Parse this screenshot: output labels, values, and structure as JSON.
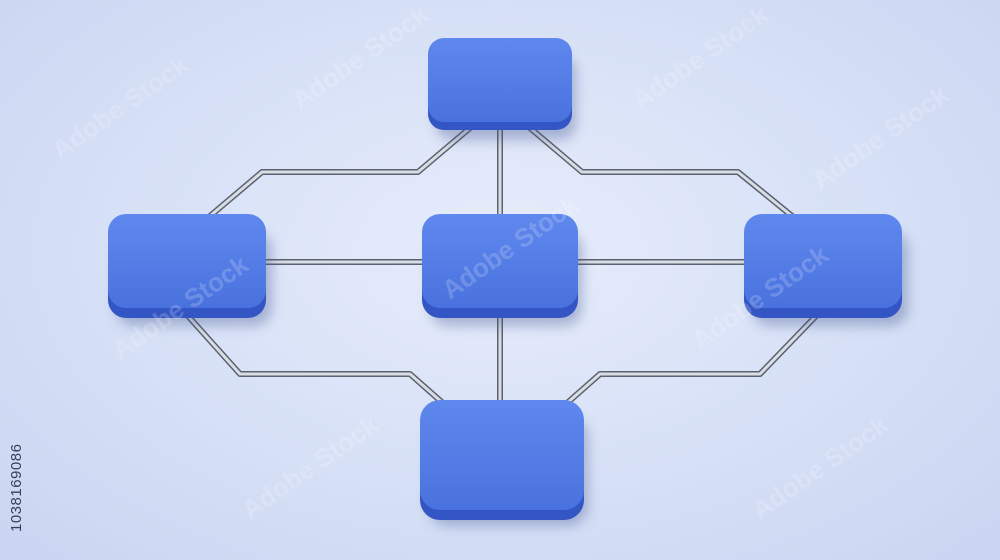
{
  "diagram": {
    "nodes": [
      {
        "id": "top",
        "label": ""
      },
      {
        "id": "left",
        "label": ""
      },
      {
        "id": "center",
        "label": ""
      },
      {
        "id": "right",
        "label": ""
      },
      {
        "id": "bottom",
        "label": ""
      }
    ],
    "edges": [
      {
        "from": "top",
        "to": "center"
      },
      {
        "from": "top",
        "to": "left"
      },
      {
        "from": "top",
        "to": "right"
      },
      {
        "from": "left",
        "to": "center"
      },
      {
        "from": "center",
        "to": "right"
      },
      {
        "from": "center",
        "to": "bottom"
      },
      {
        "from": "left",
        "to": "bottom"
      },
      {
        "from": "right",
        "to": "bottom"
      }
    ],
    "colors": {
      "node_fill": "#4f79e3",
      "node_edge": "#3455c4",
      "connector": "#b9bec8",
      "background": "#d6e0f6"
    }
  },
  "stock_id": "1038169086",
  "watermark_text": "Adobe Stock"
}
